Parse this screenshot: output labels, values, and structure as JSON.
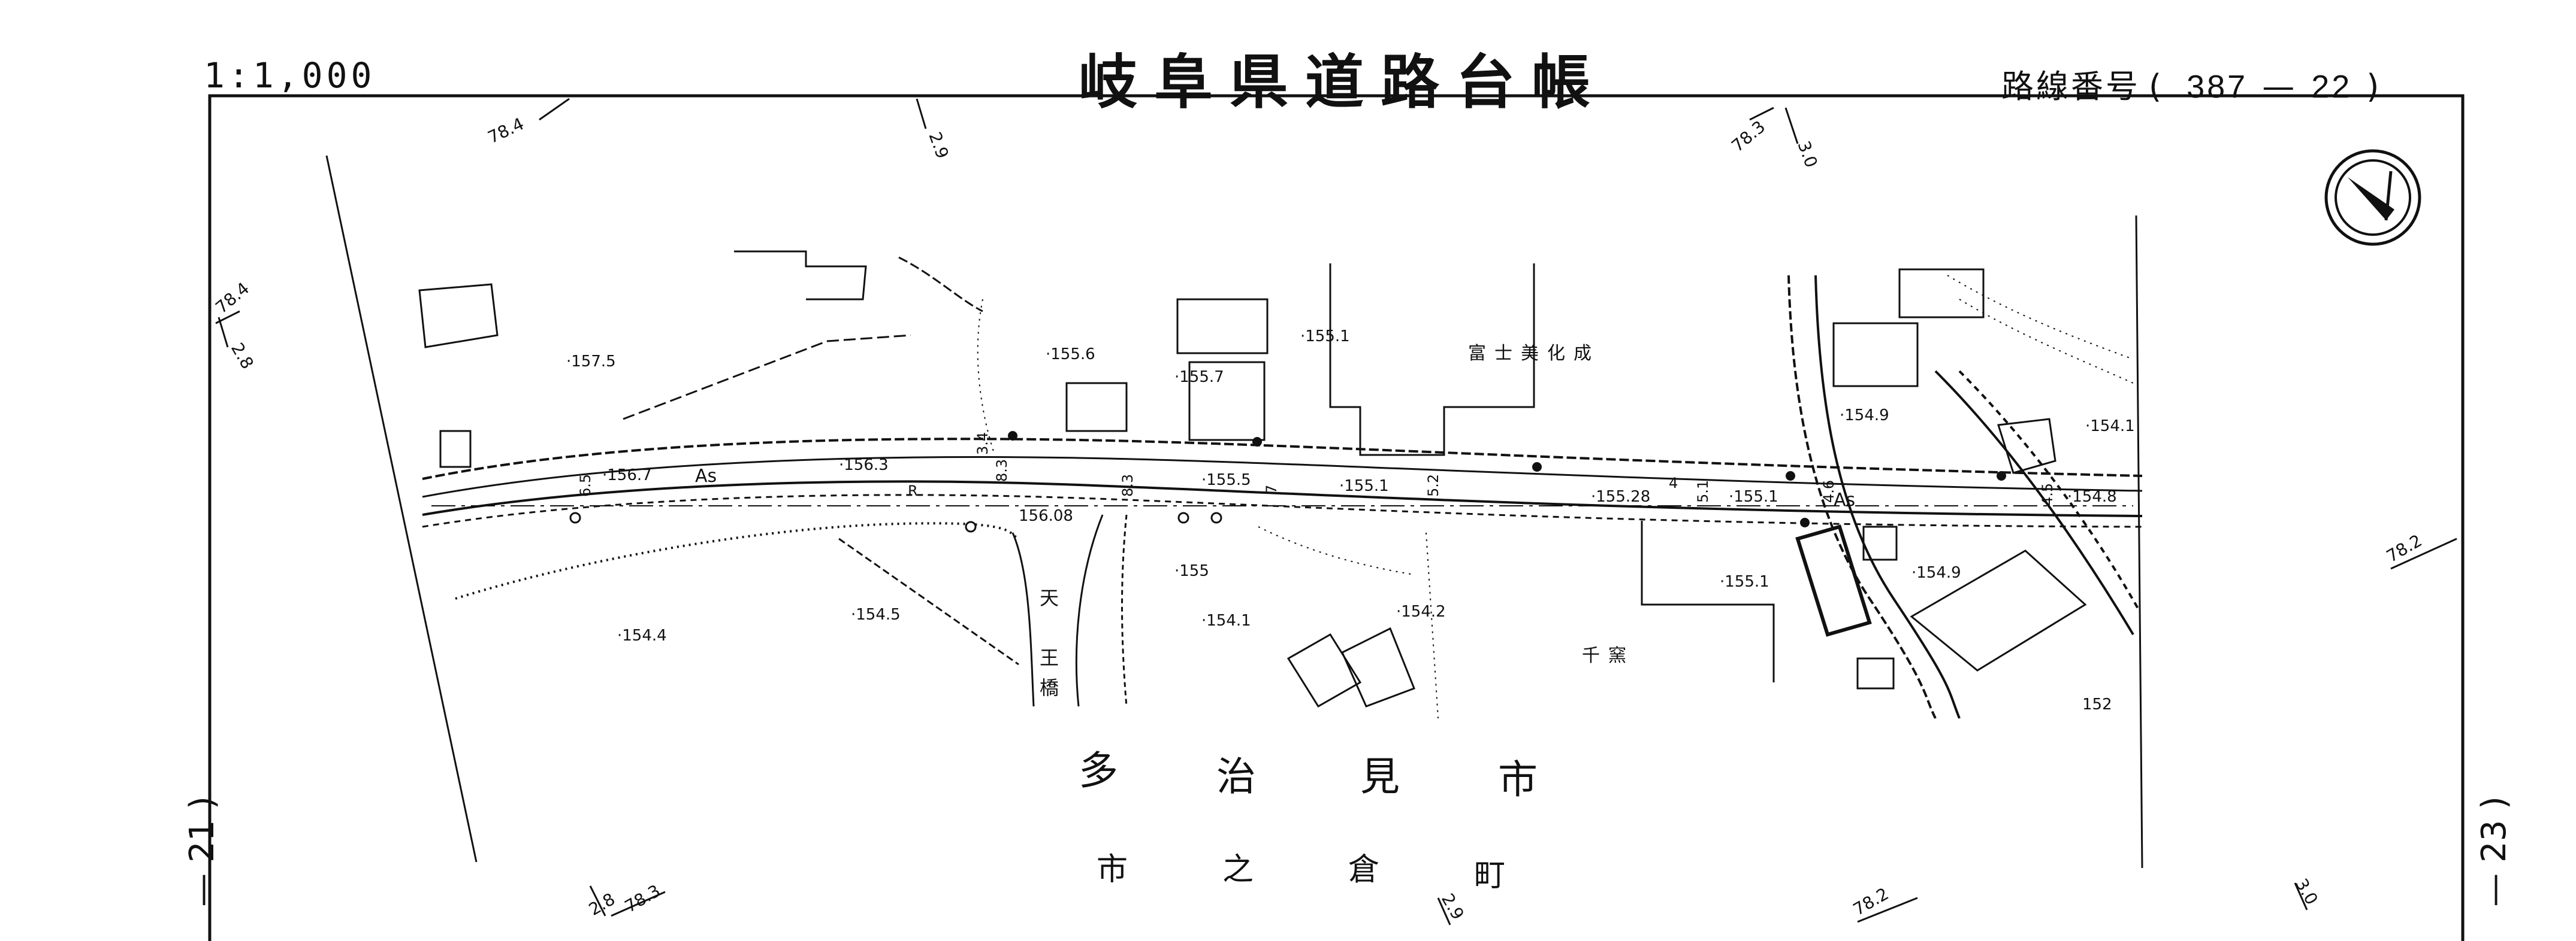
{
  "header": {
    "scale": "1:1,000",
    "title": "岐阜県道路台帳",
    "route_label": "路線番号",
    "route_open": "(",
    "route_number": "387",
    "route_dash": "—",
    "route_section": "22",
    "route_close": ")"
  },
  "side_labels": {
    "left": "— 21 )",
    "right": "— 23 )"
  },
  "place_names": {
    "city": [
      "多",
      "治",
      "見",
      "市"
    ],
    "town": [
      "市",
      "之",
      "倉",
      "町"
    ],
    "facility_north": "富士美化成",
    "facility_south": "千窯",
    "bridge": [
      "天",
      "王",
      "橋"
    ]
  },
  "road": {
    "surface": "As",
    "curve": "R"
  },
  "grid_ticks": {
    "top_left": "78.4",
    "top_mid": "2.9",
    "top_right_a": "78.3",
    "top_right_b": "3.0",
    "left_a": "78.4",
    "left_b": "2.8",
    "right": "78.2",
    "bottom_left_a": "2.8",
    "bottom_left_b": "78.3",
    "bottom_mid": "2.9",
    "bottom_right_a": "78.2",
    "bottom_right_b": "3.0"
  },
  "elevations": {
    "e157_5": "·157.5",
    "e155_6": "·155.6",
    "e155_7": "·155.7",
    "e155_1_n": "·155.1",
    "e154_9_n": "·154.9",
    "e154_1_ne": "·154.1",
    "e156_7": "·156.7",
    "e156_3": "·156.3",
    "e155_5": "·155.5",
    "e155_1_r": "·155.1",
    "e155_28": "·155.28",
    "e155_1_r2": "·155.1",
    "e154_8": "·154.8",
    "e156_08": "156.08",
    "e155": "·155",
    "e154_1_s": "·154.1",
    "e154_2": "·154.2",
    "e154_4": "·154.4",
    "e154_5": "·154.5",
    "e155_1_s": "·155.1",
    "e154_9_s": "·154.9",
    "e152": "152"
  },
  "widths": {
    "w6_5": "6.5",
    "w8_3a": "8.3",
    "w3_4": "3.4",
    "w8_3b": "8.3",
    "w7": "7",
    "w5_2": "5.2",
    "w4": "4",
    "w5_1": "5.1",
    "w4_6": "4.6",
    "w4_5": "4.5"
  }
}
